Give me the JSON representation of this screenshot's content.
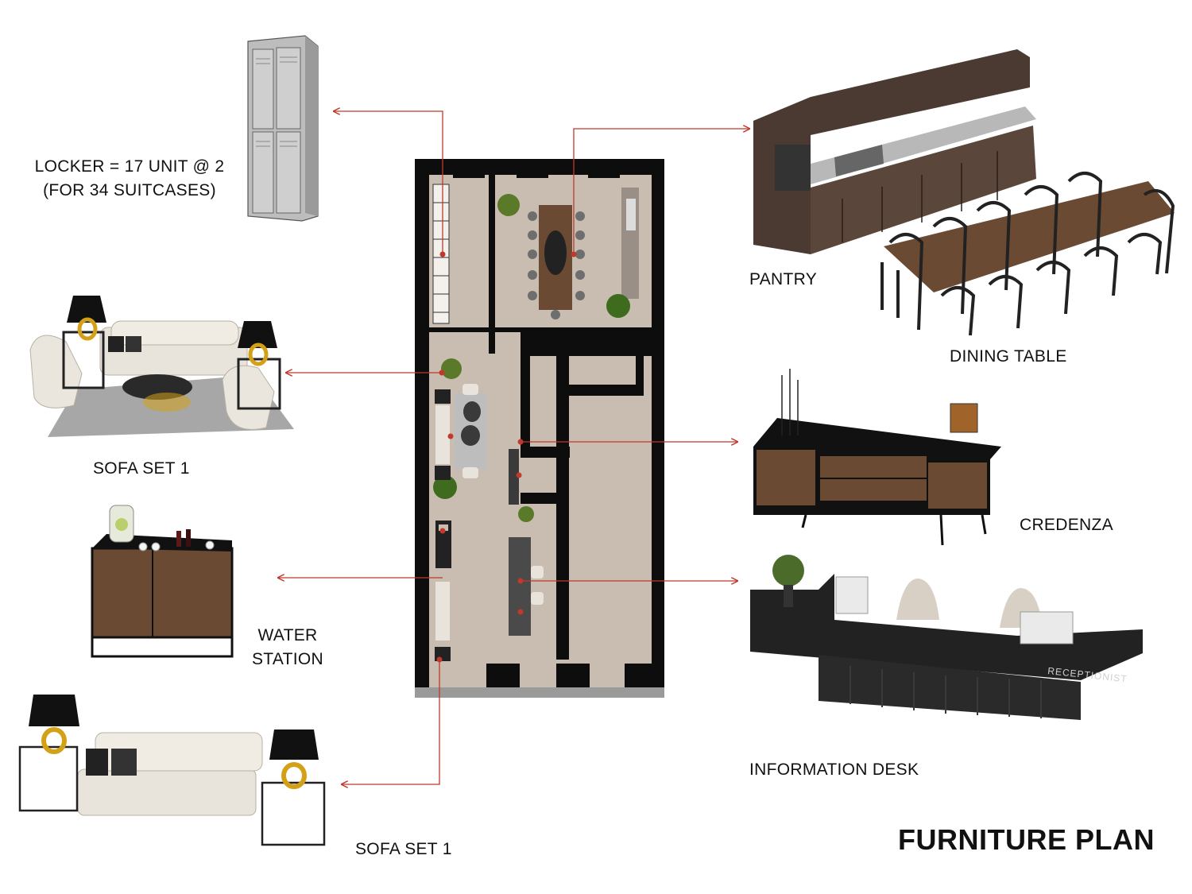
{
  "title": "FURNITURE PLAN",
  "labels": {
    "locker_line1": "LOCKER = 17 UNIT @ 2",
    "locker_line2": "(FOR 34 SUITCASES)",
    "pantry": "PANTRY",
    "dining_table": "DINING TABLE",
    "sofa_set_upper": "SOFA SET 1",
    "credenza": "CREDENZA",
    "water_station_line1": "WATER",
    "water_station_line2": "STATION",
    "information_desk": "INFORMATION DESK",
    "sofa_set_lower": "SOFA SET 1",
    "reception_sign": "RECEPTIONIST"
  },
  "colors": {
    "leader_line": "#c0392b",
    "wall": "#0d0d0d",
    "floor": "#c9bdb2",
    "wood": "#6b4a33",
    "dark_wood": "#4a3a31",
    "cushion": "#e8e4dc",
    "lamp_gold": "#d4a017"
  }
}
